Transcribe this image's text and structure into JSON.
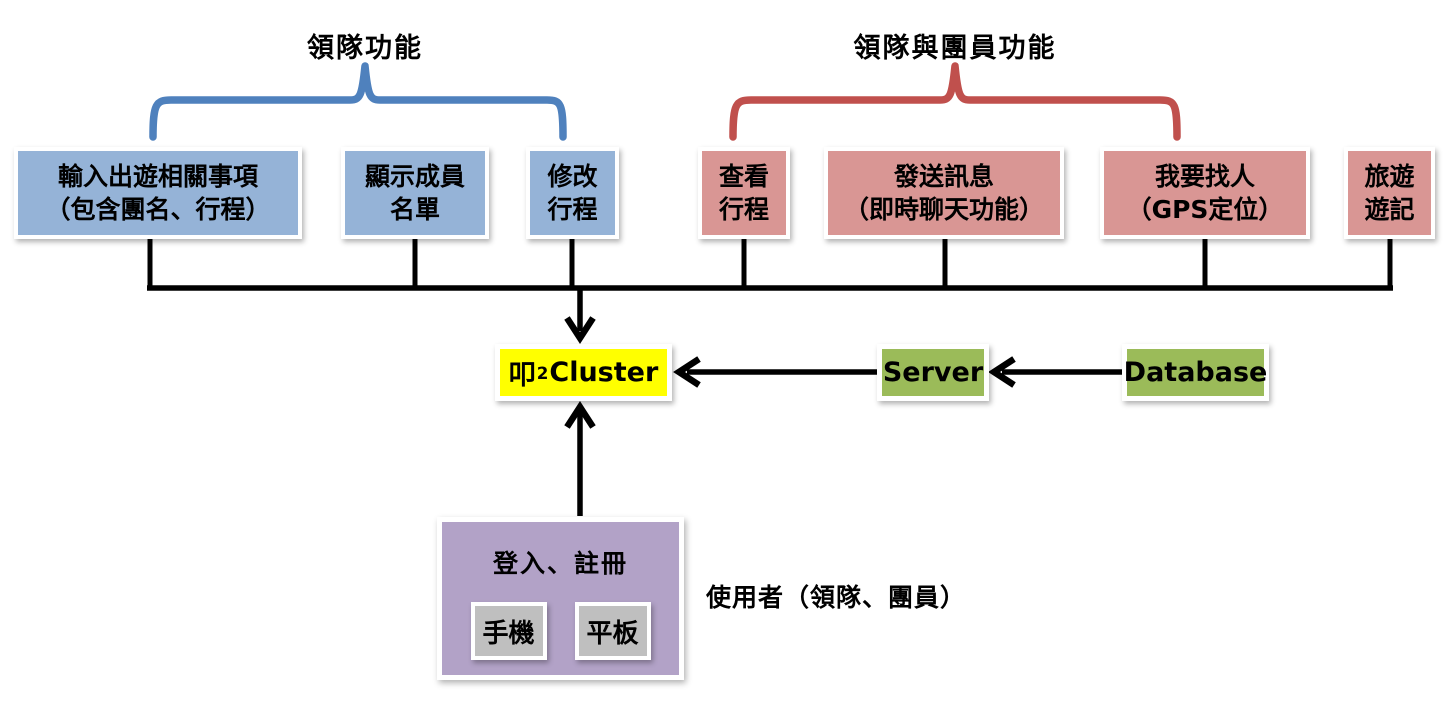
{
  "titles": {
    "leader": "領隊功能",
    "leader_member": "領隊與團員功能"
  },
  "function_boxes": [
    {
      "id": "input-trip-info",
      "group": "leader",
      "lines": [
        "輸入出遊相關事項",
        "（包含團名、行程）"
      ]
    },
    {
      "id": "show-member-list",
      "group": "leader",
      "lines": [
        "顯示成員",
        "名單"
      ]
    },
    {
      "id": "modify-itinerary",
      "group": "leader",
      "lines": [
        "修改",
        "行程"
      ]
    },
    {
      "id": "view-itinerary",
      "group": "leader_member",
      "lines": [
        "查看",
        "行程"
      ]
    },
    {
      "id": "send-message",
      "group": "leader_member",
      "lines": [
        "發送訊息",
        "（即時聊天功能）"
      ]
    },
    {
      "id": "find-person",
      "group": "leader_member",
      "lines": [
        "我要找人",
        "（GPS定位）"
      ]
    },
    {
      "id": "travel-journal",
      "group": "leader_member",
      "lines": [
        "旅遊",
        "遊記"
      ]
    }
  ],
  "cluster": {
    "prefix": "叩",
    "sup": "2",
    "suffix": "Cluster"
  },
  "server": {
    "label": "Server"
  },
  "database": {
    "label": "Database"
  },
  "login_box": {
    "title": "登入、註冊",
    "devices": [
      {
        "id": "phone",
        "label": "手機"
      },
      {
        "id": "tablet",
        "label": "平板"
      }
    ]
  },
  "user_caption": "使用者（領隊、團員）",
  "colors": {
    "leader_box_fill": "#95B3D7",
    "leader_brace": "#4F81BD",
    "member_box_fill": "#D99694",
    "member_brace": "#C0504D",
    "cluster_fill": "#FFFF00",
    "server_fill": "#9BBB59",
    "login_fill": "#B2A2C7",
    "device_fill": "#BFBFBF",
    "connector": "#000000"
  }
}
